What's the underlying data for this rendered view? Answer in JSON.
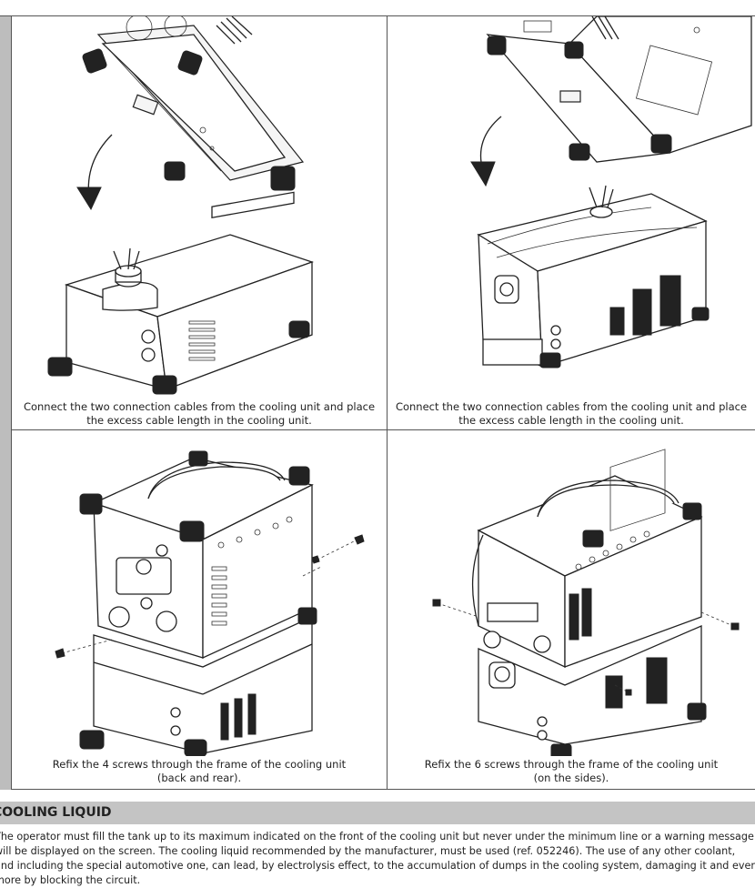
{
  "panels": [
    {
      "caption_line1": "Connect the two connection cables from the cooling unit and place",
      "caption_line2": "the excess cable length in the cooling unit."
    },
    {
      "caption_line1": "Connect the two connection cables from the cooling unit and place",
      "caption_line2": "the excess cable length in the cooling unit."
    },
    {
      "caption_line1": "Refix the 4 screws through the frame of the cooling unit",
      "caption_line2": "(back and rear)."
    },
    {
      "caption_line1": "Refix the 6 screws  through the frame of the cooling unit",
      "caption_line2": "(on the sides)."
    }
  ],
  "section": {
    "title": "COOLING LIQUID",
    "lines": [
      "The operator must fill the tank up to its maximum indicated on the front of the cooling unit but never under the minimum line or a warning message",
      "will be displayed on the screen.  The cooling liquid recommended by the manufacturer, must be used (ref. 052246). The use of any other coolant,",
      "and including the special automotive one, can lead, by electrolysis effect, to the accumulation of dumps in the cooling system, damaging it and even",
      "more by blocking the circuit."
    ]
  }
}
